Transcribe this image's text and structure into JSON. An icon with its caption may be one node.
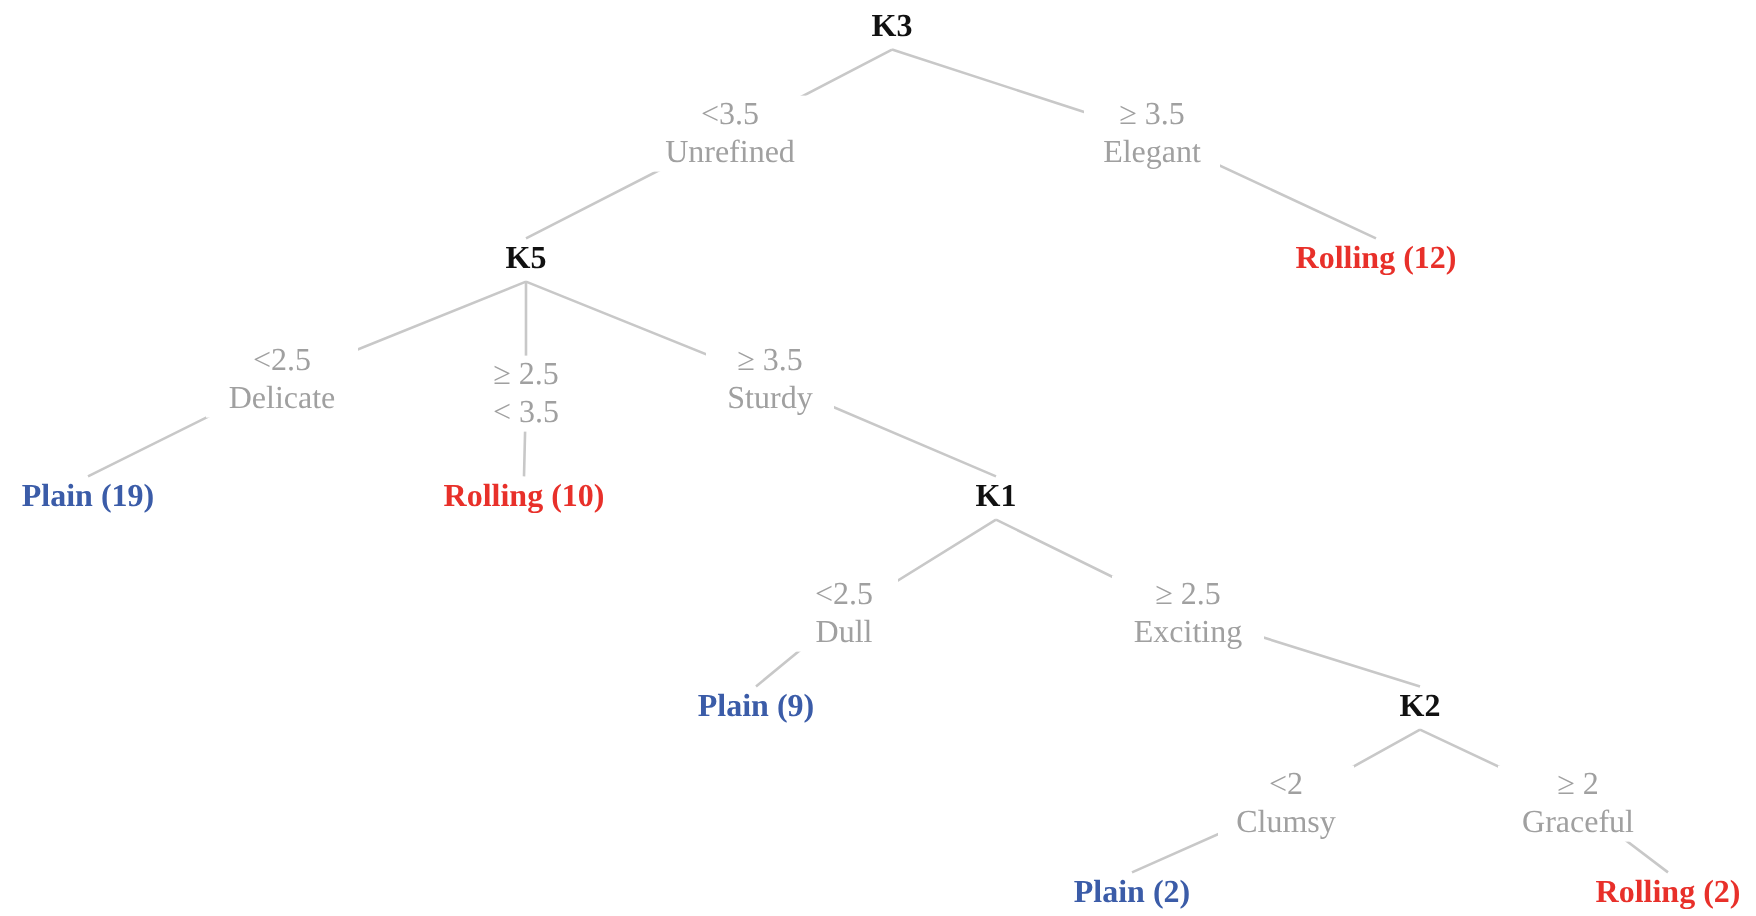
{
  "diagram": {
    "nodes": [
      {
        "text": [
          "K3"
        ]
      },
      {
        "text": [
          "K5"
        ]
      },
      {
        "text": [
          "Rolling (12)"
        ]
      },
      {
        "text": [
          "Plain (19)"
        ]
      },
      {
        "text": [
          "Rolling (10)"
        ]
      },
      {
        "text": [
          "K1"
        ]
      },
      {
        "text": [
          "Plain (9)"
        ]
      },
      {
        "text": [
          "K2"
        ]
      },
      {
        "text": [
          "Plain (2)"
        ]
      },
      {
        "text": [
          "Rolling (2)"
        ]
      }
    ],
    "edges": [
      {
        "from": 0,
        "to": 1,
        "arrow": "none",
        "label": "<3.5 Unrefined"
      },
      {
        "from": 0,
        "to": 2,
        "arrow": "none",
        "label": "≥ 3.5 Elegant"
      },
      {
        "from": 1,
        "to": 3,
        "arrow": "none",
        "label": "<2.5 Delicate"
      },
      {
        "from": 1,
        "to": 4,
        "arrow": "none",
        "label": "≥ 2.5 < 3.5"
      },
      {
        "from": 1,
        "to": 5,
        "arrow": "none",
        "label": "≥ 3.5 Sturdy"
      },
      {
        "from": 5,
        "to": 6,
        "arrow": "none",
        "label": "<2.5 Dull"
      },
      {
        "from": 5,
        "to": 7,
        "arrow": "none",
        "label": "≥ 2.5 Exciting"
      },
      {
        "from": 7,
        "to": 8,
        "arrow": "none",
        "label": "<2 Clumsy"
      },
      {
        "from": 7,
        "to": 9,
        "arrow": "none",
        "label": "≥ 2 Graceful"
      }
    ]
  }
}
